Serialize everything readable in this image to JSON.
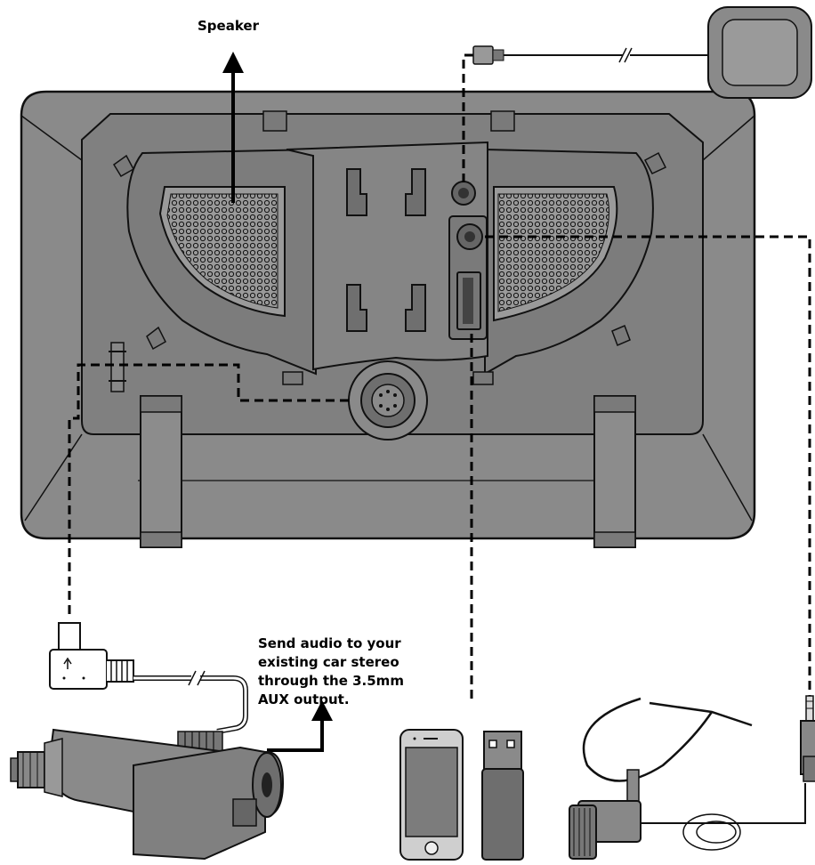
{
  "labels": {
    "speaker": "Speaker",
    "aux_note_lines": [
      "Send audio to your",
      "existing car stereo",
      "through the 3.5mm",
      "AUX output."
    ]
  },
  "colors": {
    "device_body": "#8a8a8a",
    "device_inner": "#7a7a7a",
    "outline": "#111111",
    "phone_screen": "#7c7c7c",
    "phone_frame": "#d0d0d0",
    "usb_stick": "#6e6e6e"
  },
  "icons": {
    "speaker_grille_left": "speaker-grille-icon",
    "speaker_grille_right": "speaker-grille-icon",
    "gps_antenna": "gps-antenna-icon",
    "car_charger": "car-charger-icon",
    "smartphone": "smartphone-icon",
    "usb_drive": "usb-drive-icon",
    "mic_clip": "microphone-clip-icon",
    "aux_plug": "aux-plug-icon",
    "usb_c_plug": "usb-c-plug-icon"
  }
}
